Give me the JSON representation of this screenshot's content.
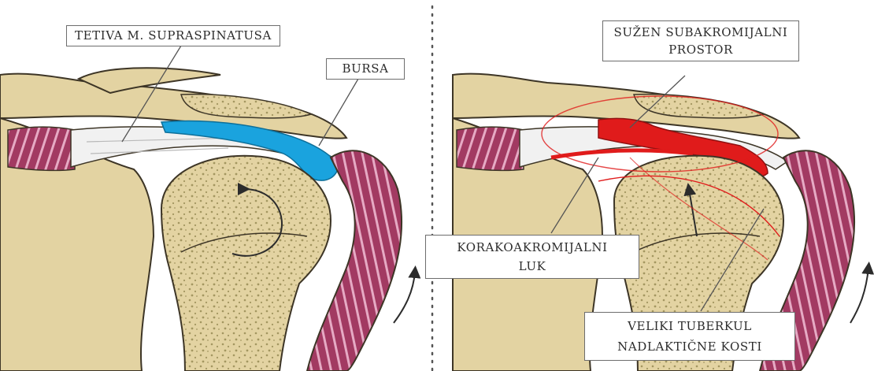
{
  "left_panel": {
    "labels": {
      "supraspinatus_tendon": "TETIVA M. SUPRASPINATUSA",
      "bursa": "BURSA"
    }
  },
  "right_panel": {
    "labels": {
      "narrowed_space_line1": "SUŽEN SUBAKROMIJALNI",
      "narrowed_space_line2": "PROSTOR",
      "coracoacromial_line1": "KORAKOAKROMIJALNI",
      "coracoacromial_line2": "LUK",
      "greater_tubercle_line1": "VELIKI TUBERKUL",
      "greater_tubercle_line2": "NADLAKTIČNE KOSTI"
    }
  },
  "colors": {
    "bone": "#e3d3a2",
    "bone_outline": "#3d3526",
    "bone_texture": "#a39660",
    "muscle": "#a23a62",
    "muscle_stripe": "#e6aac4",
    "tendon": "#f1f1f1",
    "bursa_normal": "#1aa3de",
    "bursa_inflamed": "#e01b1b",
    "cartilage": "#d9e3ec",
    "divider": "#555555"
  }
}
